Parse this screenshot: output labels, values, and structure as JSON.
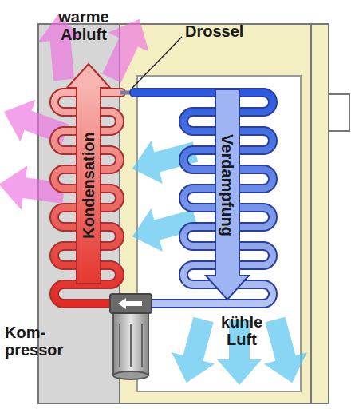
{
  "diagram": {
    "labels": [
      "warme Abluft",
      "Drossel",
      "Kondensation",
      "Verdampfung",
      "kühle Luft",
      "Kom- pressor"
    ]
  }
}
